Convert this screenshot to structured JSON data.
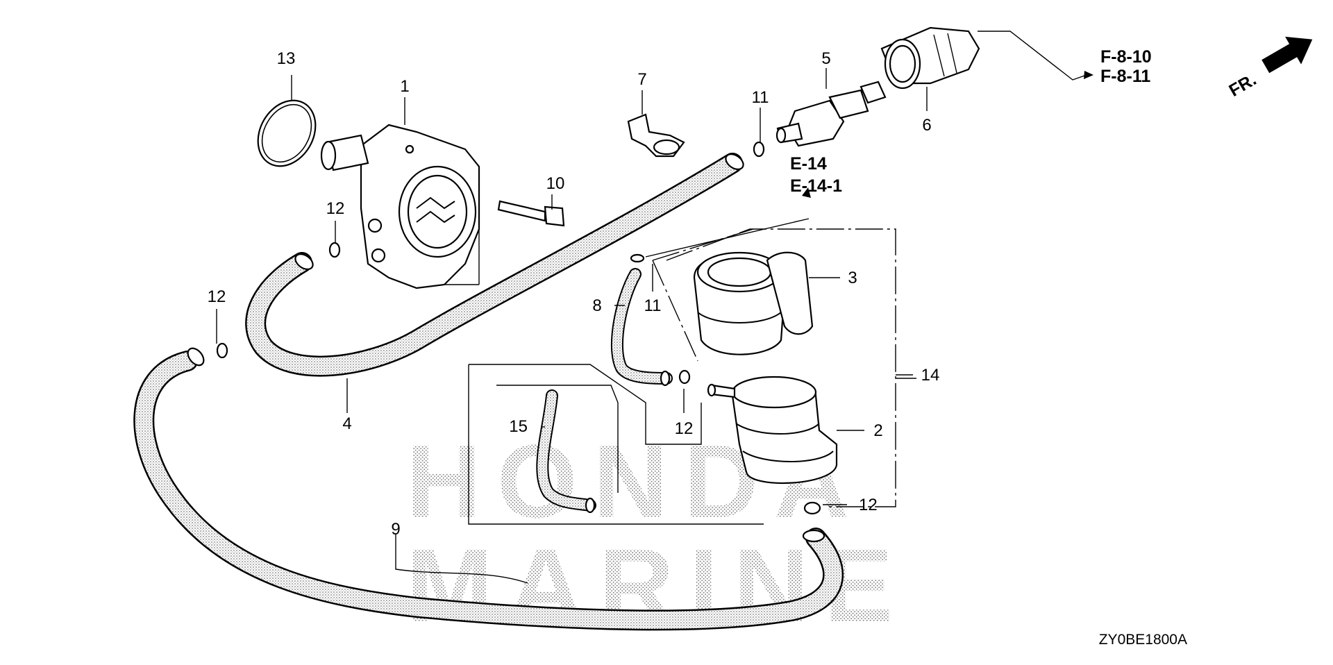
{
  "diagram": {
    "drawing_code": "ZY0BE1800A",
    "direction_marker": "FR.",
    "watermark": [
      "HONDA",
      "MARINE"
    ],
    "callouts": [
      {
        "id": "c1",
        "text": "1"
      },
      {
        "id": "c2",
        "text": "2"
      },
      {
        "id": "c3",
        "text": "3"
      },
      {
        "id": "c4",
        "text": "4"
      },
      {
        "id": "c5",
        "text": "5"
      },
      {
        "id": "c6",
        "text": "6"
      },
      {
        "id": "c7",
        "text": "7"
      },
      {
        "id": "c8",
        "text": "8"
      },
      {
        "id": "c9",
        "text": "9"
      },
      {
        "id": "c10",
        "text": "10"
      },
      {
        "id": "c11a",
        "text": "11"
      },
      {
        "id": "c11b",
        "text": "11"
      },
      {
        "id": "c12a",
        "text": "12"
      },
      {
        "id": "c12b",
        "text": "12"
      },
      {
        "id": "c12c",
        "text": "12"
      },
      {
        "id": "c12d",
        "text": "12"
      },
      {
        "id": "c13",
        "text": "13"
      },
      {
        "id": "c14",
        "text": "14"
      },
      {
        "id": "c15",
        "text": "15"
      }
    ],
    "references": {
      "e14": "E-14",
      "e14_1": "E-14-1",
      "f8_10": "F-8-10",
      "f8_11": "F-8-11"
    },
    "icons": [
      "direction-arrow-icon"
    ]
  }
}
